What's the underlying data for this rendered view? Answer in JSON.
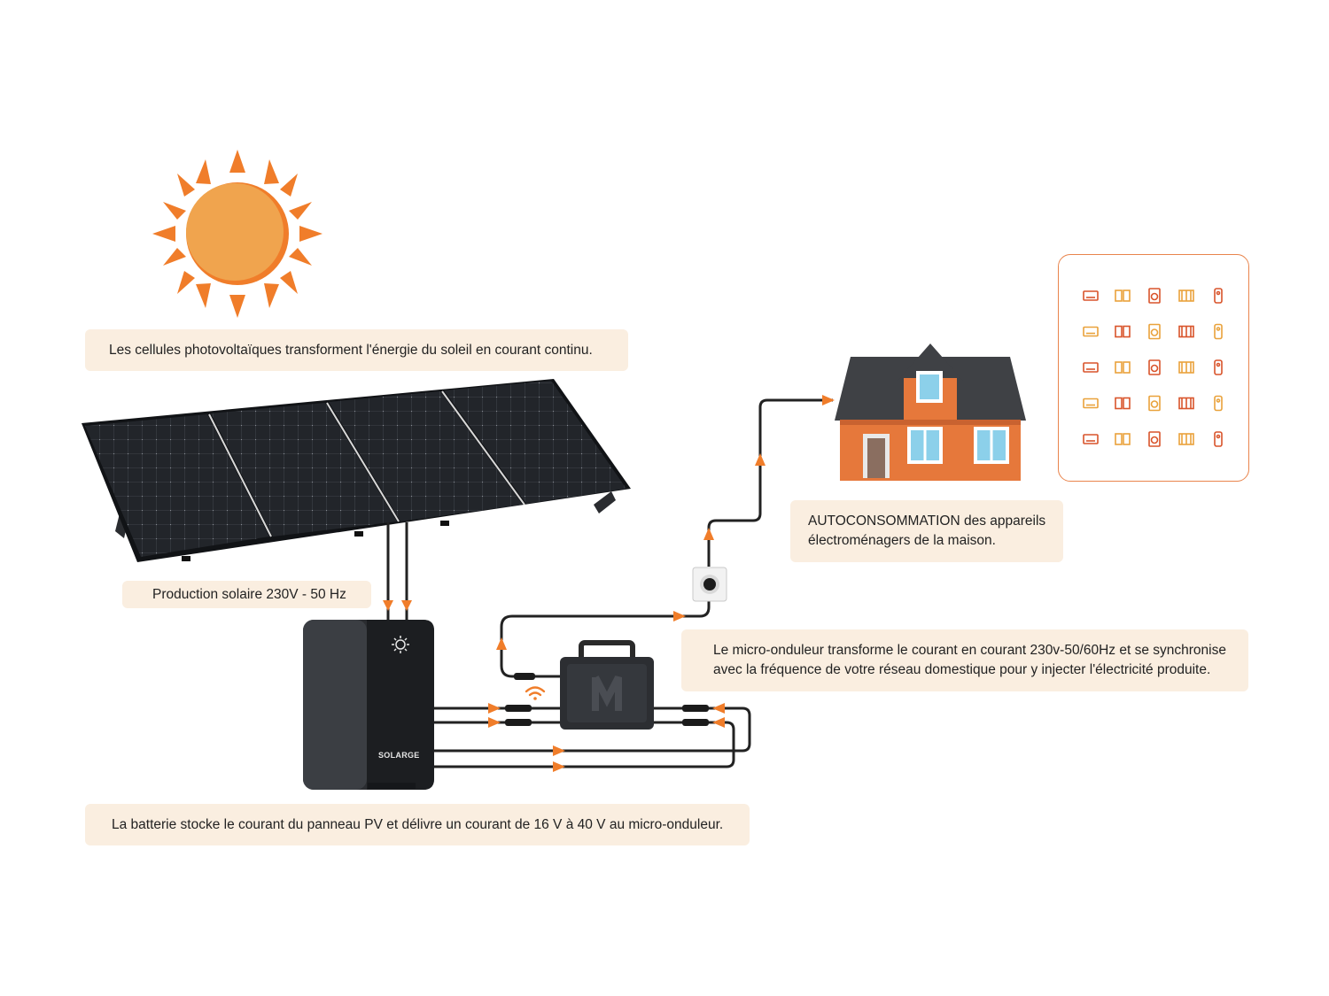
{
  "notes": {
    "sun": "Les cellules photovoltaïques transforment l'énergie du soleil en courant continu.",
    "production": "Production solaire 230V - 50 Hz",
    "house_line1": "AUTOCONSOMMATION des appareils",
    "house_line2": "électroménagers de la maison.",
    "inverter_line1": "Le micro-onduleur transforme le courant en courant 230v-50/60Hz et se synchronise",
    "inverter_line2": "avec la fréquence de votre réseau domestique pour y injecter l'électricité produite.",
    "battery": "La batterie stocke le courant du panneau PV et délivre un courant de 16 V à 40 V au micro-onduleur."
  },
  "battery": {
    "brand": "SOLARGE"
  },
  "appliances": {
    "rows": [
      [
        "air-conditioner-icon",
        "speaker-icon",
        "washing-machine-icon",
        "heater-icon",
        "remote-icon"
      ],
      [
        "router-icon",
        "toaster-icon",
        "microwave-icon",
        "fan-icon",
        "robot-vacuum-icon"
      ],
      [
        "rice-cooker-icon",
        "lamp-icon",
        "radio-icon",
        "fridge-icon",
        "tv-icon"
      ],
      [
        "hair-dryer-icon",
        "vacuum-icon",
        "split-ac-icon",
        "kettle-icon",
        "water-dispenser-icon"
      ],
      [
        "curtain-icon",
        "dryer-icon",
        "cabinet-icon",
        "blender-icon",
        "oven-icon"
      ]
    ]
  },
  "colors": {
    "accent": "#f07d2a",
    "sun": "#f0a44e",
    "house_wall": "#e6783b",
    "roof": "#3f4145",
    "panel": "#1f2226",
    "note_bg": "#faeee0"
  }
}
